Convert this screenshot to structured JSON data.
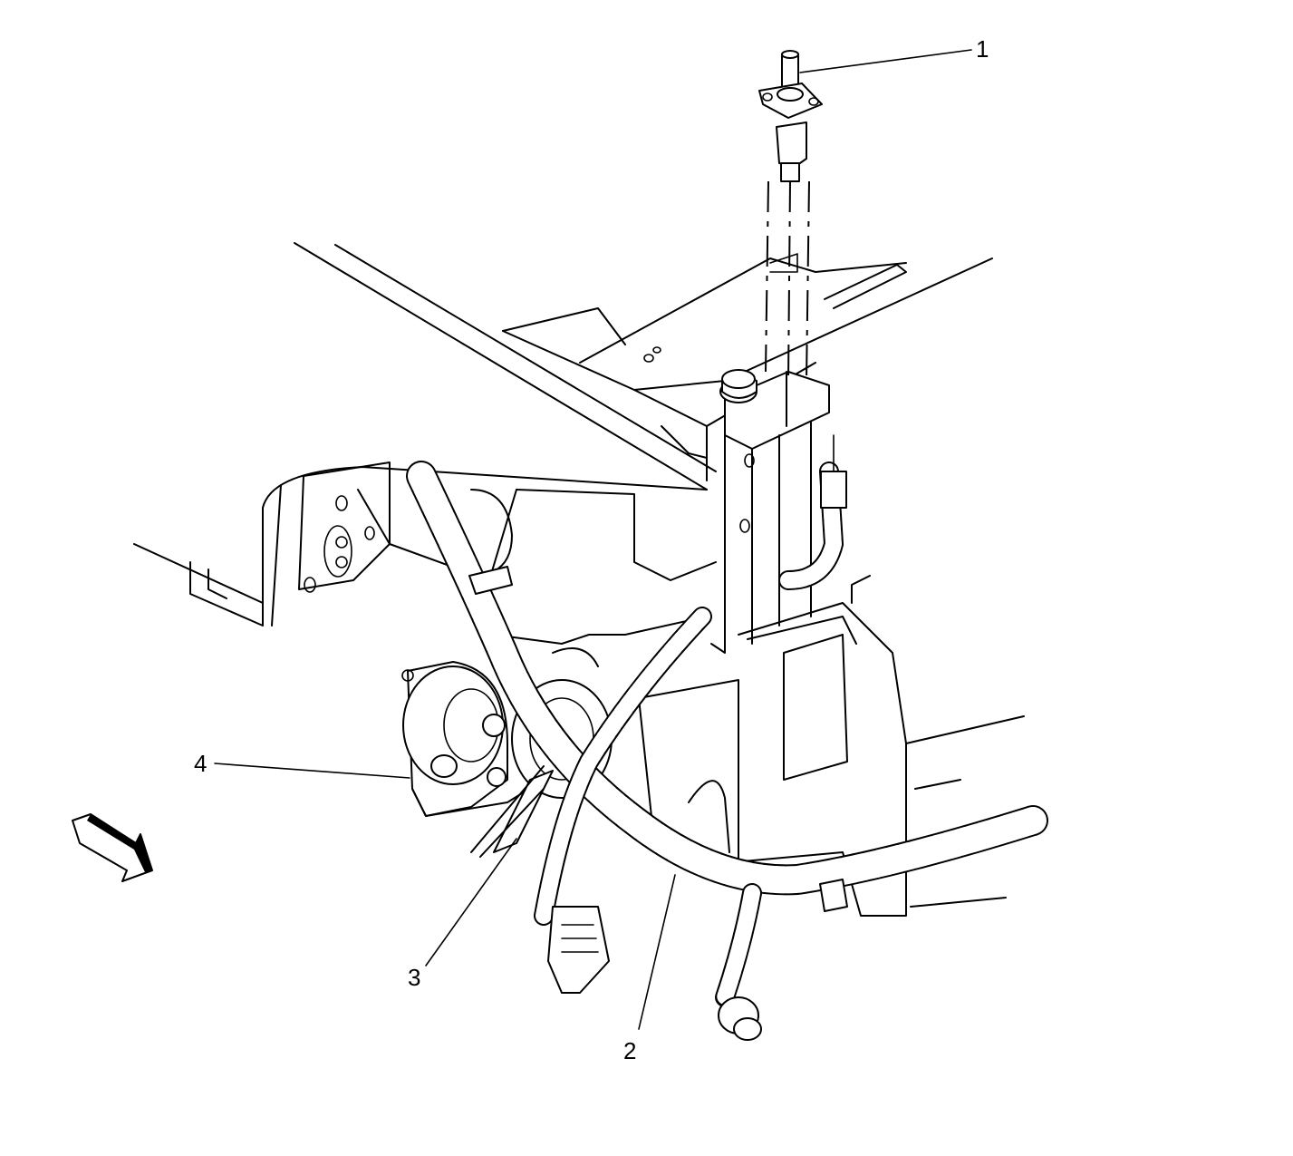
{
  "callouts": [
    {
      "label": "1",
      "part": "sensor"
    },
    {
      "label": "2",
      "part": "harness"
    },
    {
      "label": "3",
      "part": "clip"
    },
    {
      "label": "4",
      "part": "horn"
    }
  ],
  "colors": {
    "line": "#000000",
    "background": "#ffffff"
  },
  "icons": {
    "direction": "front-arrow-icon"
  }
}
